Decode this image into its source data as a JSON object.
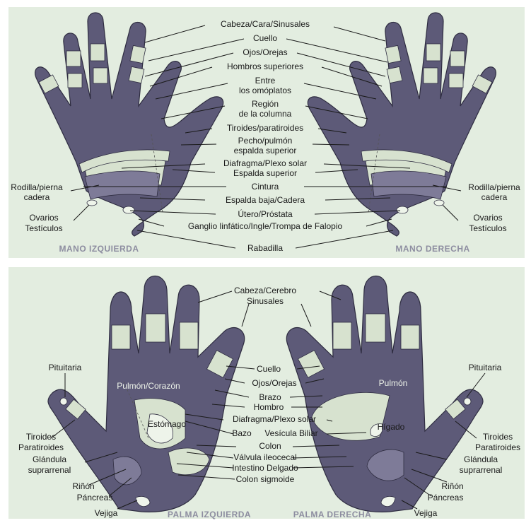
{
  "top": {
    "left_title": "MANO IZQUIERDA",
    "right_title": "MANO DERECHA",
    "labels": {
      "head": "Cabeza/Cara/Sinusales",
      "neck": "Cuello",
      "eyes_ears": "Ojos/Orejas",
      "upper_shoulders": "Hombros superiores",
      "between_1": "Entre",
      "between_2": "los omóplatos",
      "spine_1": "Región",
      "spine_2": "de la columna",
      "thyroid": "Tiroides/paratiroides",
      "chest_1": "Pecho/pulmón",
      "chest_2": "espalda superior",
      "diaphragm": "Diafragma/Plexo solar",
      "upper_back": "Espalda superior",
      "waist": "Cintura",
      "lower_back": "Espalda baja/Cadera",
      "uterus": "Útero/Próstata",
      "lymph": "Ganglio linfático/Ingle/Trompa de Falopio",
      "tailbone": "Rabadilla",
      "knee_l1": "Rodilla/pierna",
      "knee_l2": "cadera",
      "knee_r1": "Rodilla/pierna",
      "knee_r2": "cadera",
      "ovaries_l1": "Ovarios",
      "ovaries_l2": "Testículos",
      "ovaries_r1": "Ovarios",
      "ovaries_r2": "Testículos"
    }
  },
  "bottom": {
    "left_title": "PALMA IZQUIERDA",
    "right_title": "PALMA DERECHA",
    "labels": {
      "head_brain": "Cabeza/Cerebro",
      "sinus": "Sinusales",
      "pituitary_l": "Pituitaria",
      "pituitary_r": "Pituitaria",
      "lung_heart": "Pulmón/Corazón",
      "lung": "Pulmón",
      "neck": "Cuello",
      "eyes_ears": "Ojos/Orejas",
      "arm": "Brazo",
      "shoulder": "Hombro",
      "diaphragm": "Diafragma/Plexo solar",
      "spleen": "Bazo",
      "gallbladder": "Vesícula Biliar",
      "stomach": "Estómago",
      "liver": "Hígado",
      "colon": "Colon",
      "ileocecal": "Válvula ileocecal",
      "small_intestine": "Intestino Delgado",
      "sigmoid": "Colon sigmoide",
      "thyroid_l1": "Tiroides",
      "thyroid_l2": "Paratiroides",
      "thyroid_r1": "Tiroides",
      "thyroid_r2": "Paratiroides",
      "adrenal_l1": "Glándula",
      "adrenal_l2": "suprarrenal",
      "adrenal_r1": "Glándula",
      "adrenal_r2": "suprarrenal",
      "kidney_l": "Riñón",
      "kidney_r": "Riñón",
      "pancreas_l": "Páncreas",
      "pancreas_r": "Páncreas",
      "bladder_l": "Vejiga",
      "bladder_r": "Vejiga"
    }
  },
  "colors": {
    "background": "#e3ede0",
    "hand_dark": "#5d5a78",
    "zone_light": "#d7e2cf",
    "title": "#8d8da0"
  }
}
